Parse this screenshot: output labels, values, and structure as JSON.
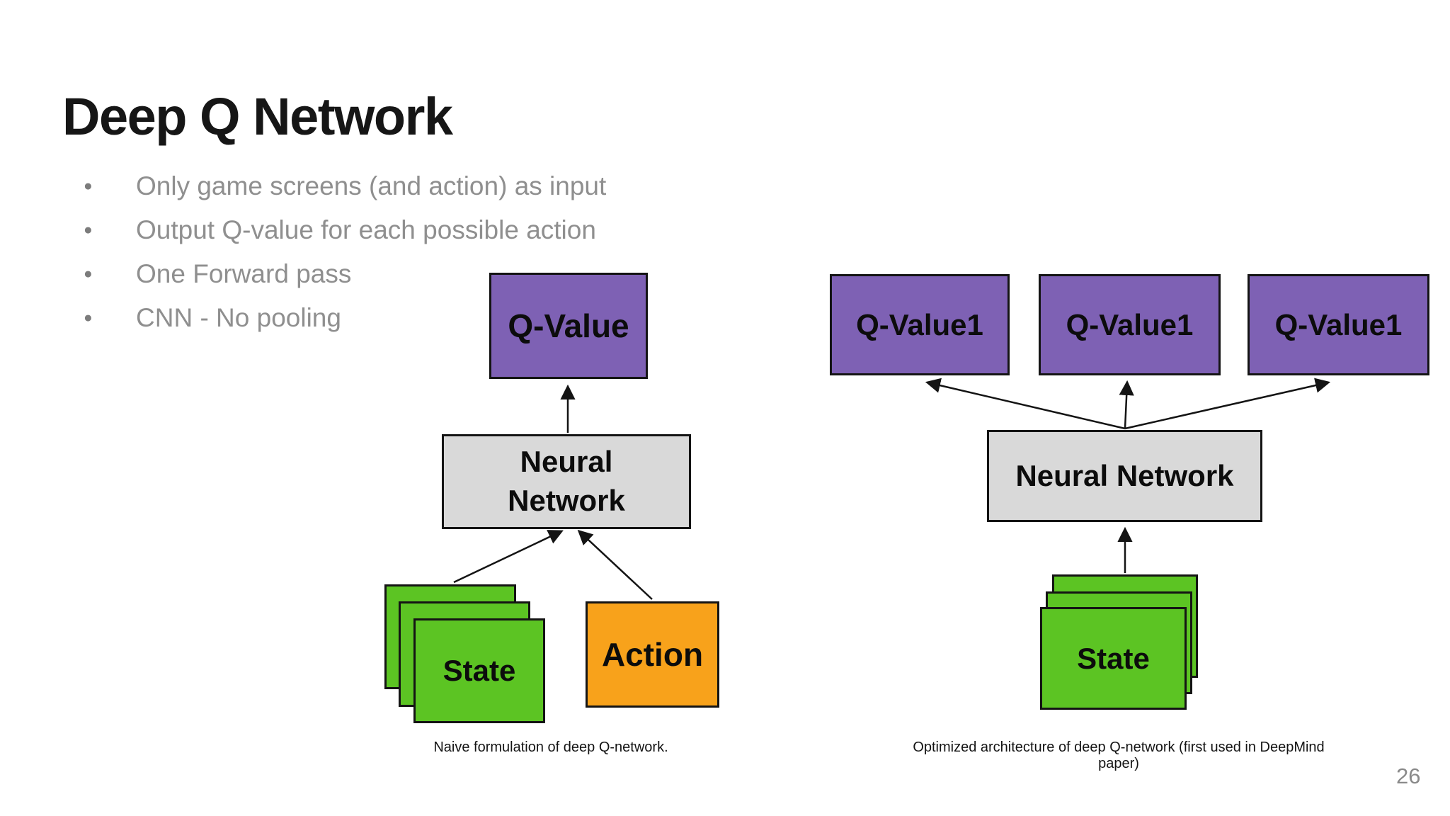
{
  "slide": {
    "title": "Deep Q Network",
    "bullets": [
      "Only game screens (and action) as input",
      "Output Q-value for each possible action",
      "One Forward pass",
      "CNN - No pooling"
    ],
    "page_number": "26"
  },
  "diagram_left": {
    "q_value_label": "Q-Value",
    "neural_network_label": "Neural Network",
    "state_label": "State",
    "action_label": "Action",
    "caption": "Naive formulation of deep Q-network."
  },
  "diagram_right": {
    "q_value_labels": [
      "Q-Value1",
      "Q-Value1",
      "Q-Value1"
    ],
    "neural_network_label": "Neural Network",
    "state_label": "State",
    "caption": "Optimized architecture of deep Q-network (first used in DeepMind paper)"
  },
  "colors": {
    "purple_box": "#7E61B4",
    "green_box": "#5CC423",
    "orange_box": "#F8A21B",
    "gray_box": "#D9D9D9",
    "title_ink": "#161616",
    "bullet_text": "#8F8F8F",
    "page_number": "#8A8A8A"
  }
}
